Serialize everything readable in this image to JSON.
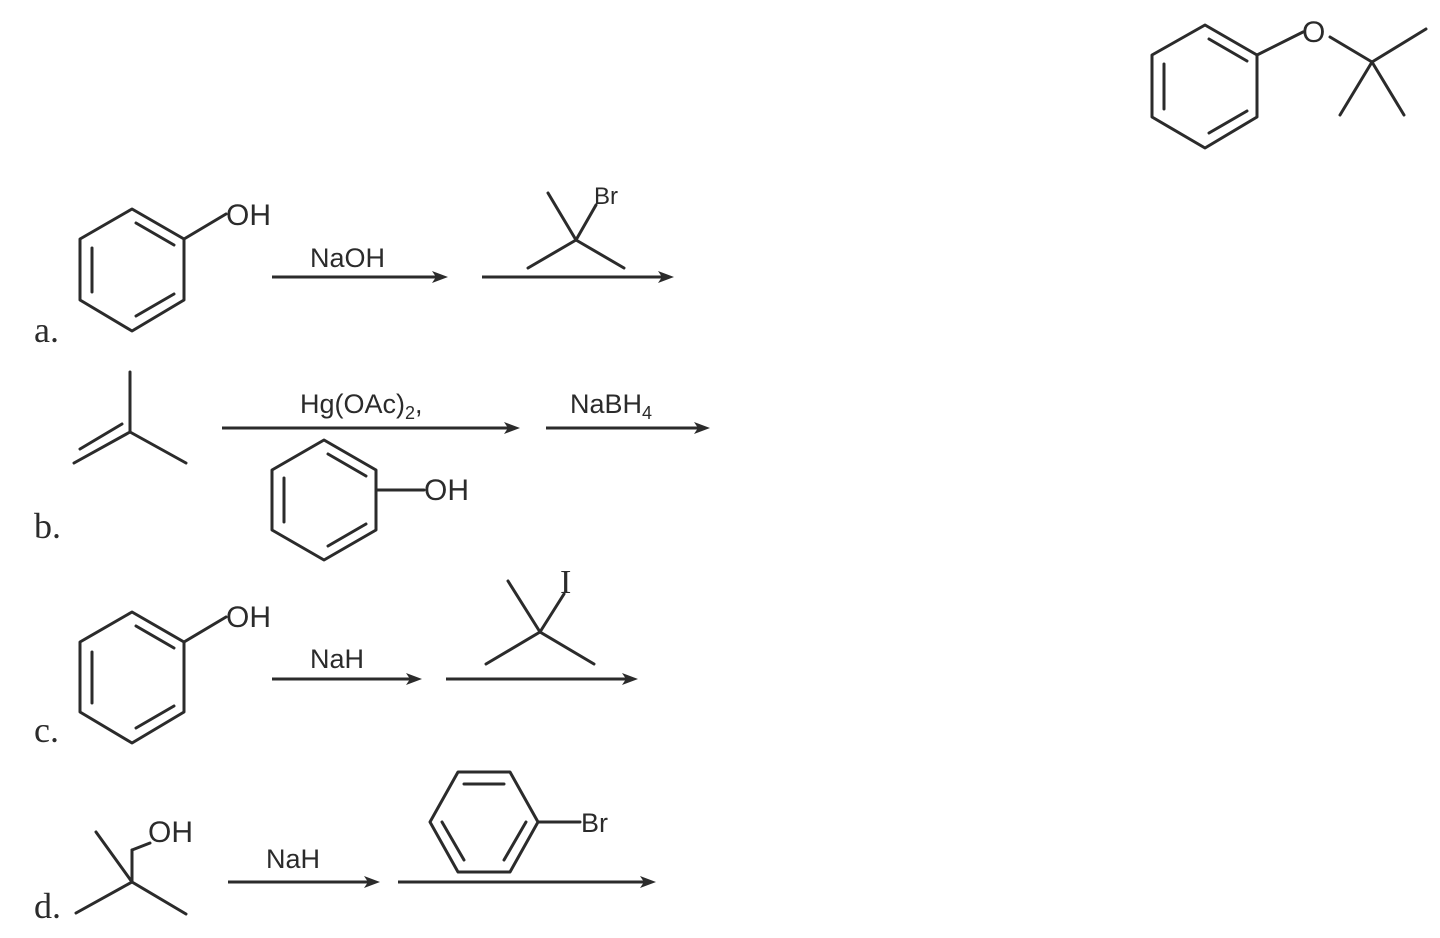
{
  "target": {
    "oxygen": "O"
  },
  "reactions": [
    {
      "label": "a.",
      "substrate_group": "OH",
      "reagent1": "NaOH",
      "reagent2_atom": "Br"
    },
    {
      "label": "b.",
      "reagent1_main": "Hg(OAc)",
      "reagent1_sub": "2",
      "reagent1_comma": ",",
      "reagent1_group": "OH",
      "reagent2_main": "NaBH",
      "reagent2_sub": "4"
    },
    {
      "label": "c.",
      "substrate_group": "OH",
      "reagent1": "NaH",
      "reagent2_atom": "I"
    },
    {
      "label": "d.",
      "substrate_group": "OH",
      "reagent1": "NaH",
      "reagent2_atom": "Br"
    }
  ]
}
